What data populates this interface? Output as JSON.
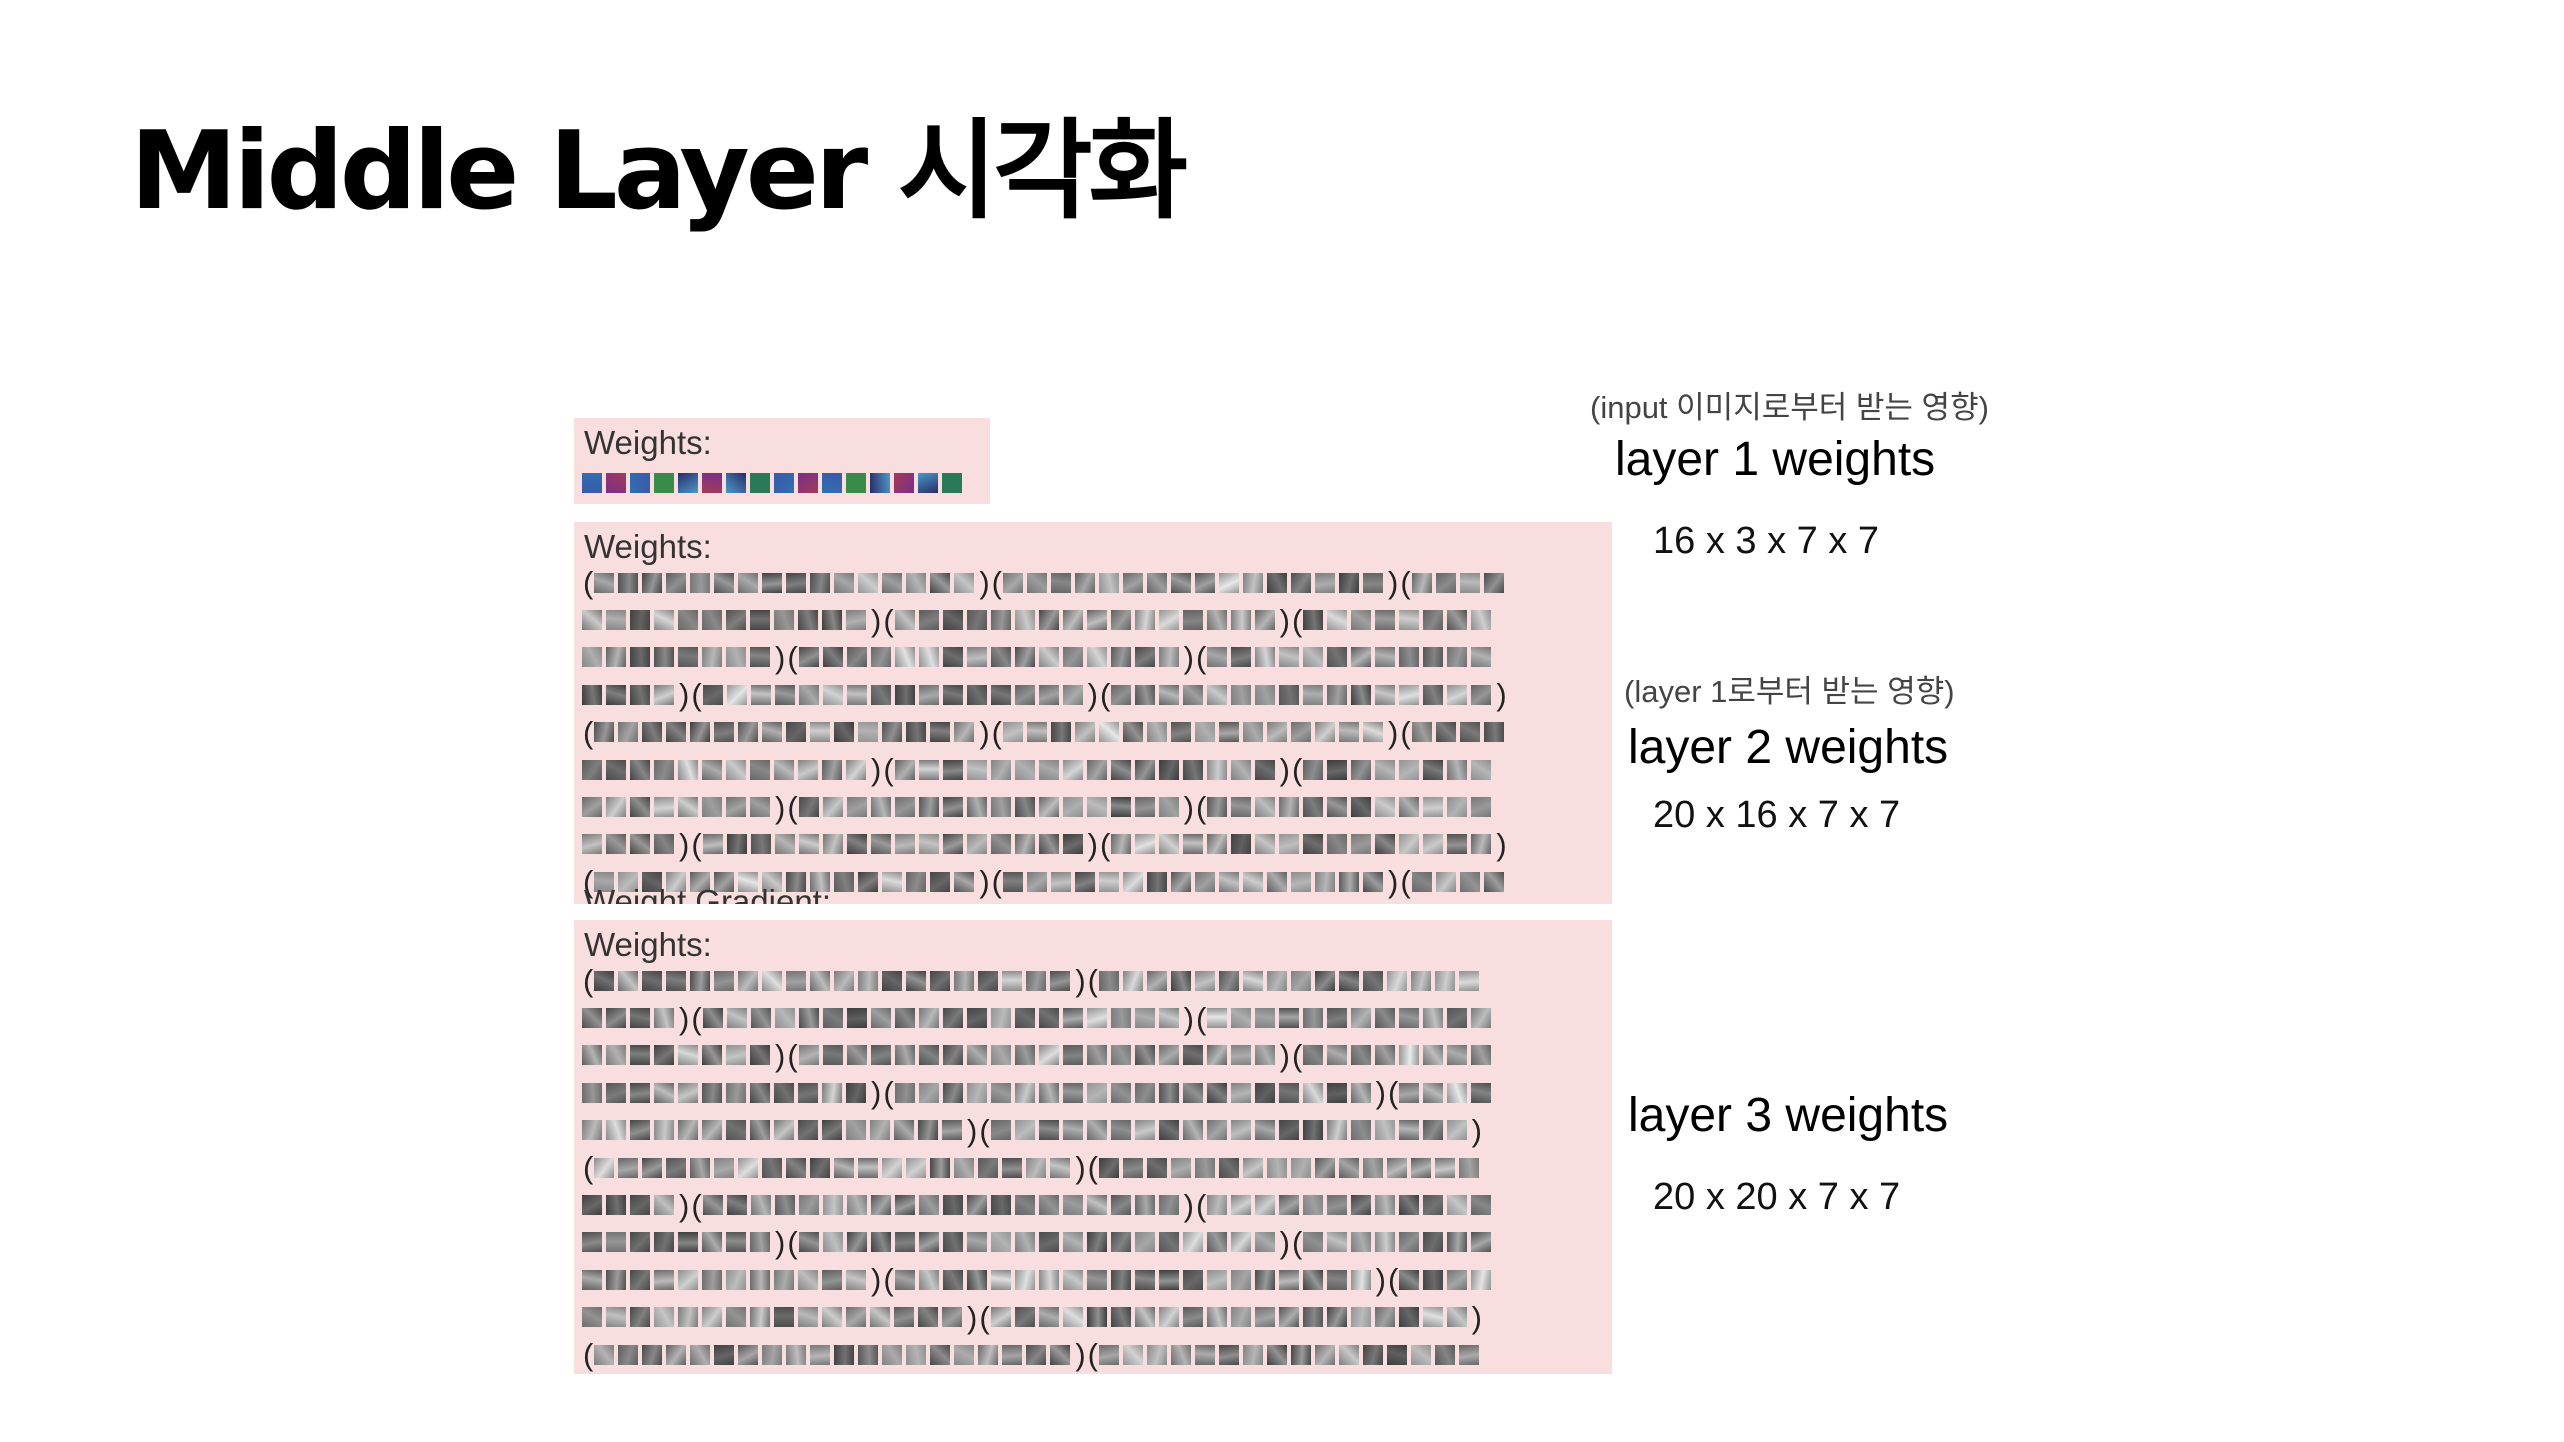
{
  "slide": {
    "title": "Middle Layer 시각화"
  },
  "panels": {
    "layer1": {
      "label": "Weights:"
    },
    "layer2": {
      "label": "Weights:",
      "cut_label": "Weight Gradient:"
    },
    "layer3": {
      "label": "Weights:"
    }
  },
  "annotations": {
    "layer1": {
      "note": "(input 이미지로부터 받는 영향)",
      "heading": "layer 1 weights",
      "dims": "16 x 3 x 7 x 7"
    },
    "layer2": {
      "note": "(layer 1로부터 받는 영향)",
      "heading": "layer 2 weights",
      "dims": "20 x 16 x 7 x 7"
    },
    "layer3": {
      "heading": "layer 3 weights",
      "dims": "20 x 20 x 7 x 7"
    }
  },
  "colors": {
    "panel_background": "#f8dede",
    "filter_gray": "#555555",
    "layer1_palette": [
      "#3a5aa8",
      "#7a2f8a",
      "#2f6fb0",
      "#3a8a4a",
      "#2b2b6a",
      "#a33a5a",
      "#4a9ac8",
      "#2a7a5a"
    ]
  }
}
